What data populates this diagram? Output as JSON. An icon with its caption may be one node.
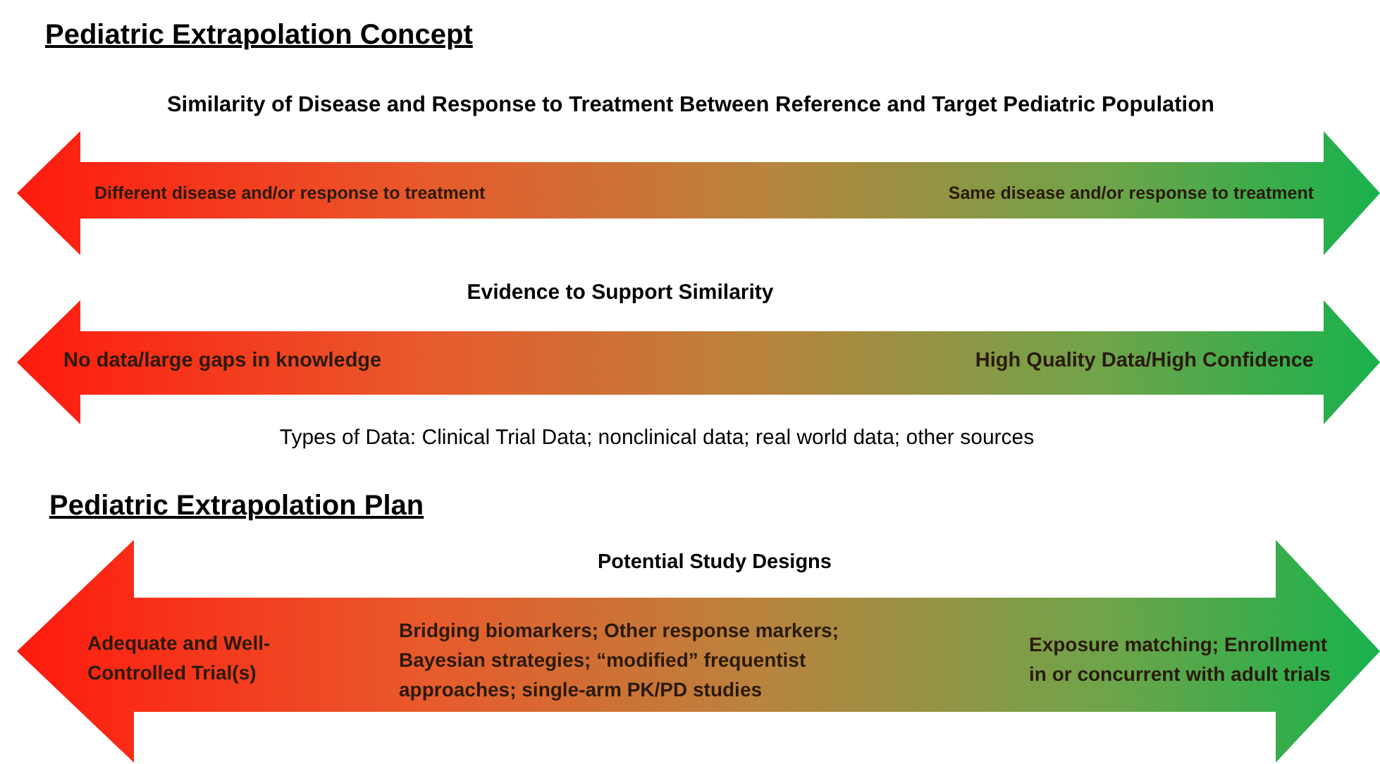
{
  "diagram": {
    "title": "Pediatric Extrapolation Concept",
    "nodes": [
      {
        "text": [
          "Different disease and/or response to treatment",
          "Same disease and/or response to treatment"
        ]
      },
      {
        "text": [
          "No data/large gaps in knowledge",
          "High Quality Data/High Confidence"
        ]
      },
      {
        "text": [
          "Adequate and Well-Controlled Trial(s)",
          "Bridging biomarkers; Other response markers; Bayesian strategies; “modified” frequentist approaches; single-arm PK/PD studies",
          "Exposure matching; Enrollment in or concurrent with adult trials"
        ]
      }
    ],
    "labels": [
      "Similarity of Disease and Response to Treatment Between Reference and Target Pediatric Population",
      "Evidence to Support Similarity",
      "Types of Data: Clinical Trial Data; nonclinical data; real world data; other sources",
      "Pediatric Extrapolation Plan",
      "Potential Study Designs"
    ]
  }
}
